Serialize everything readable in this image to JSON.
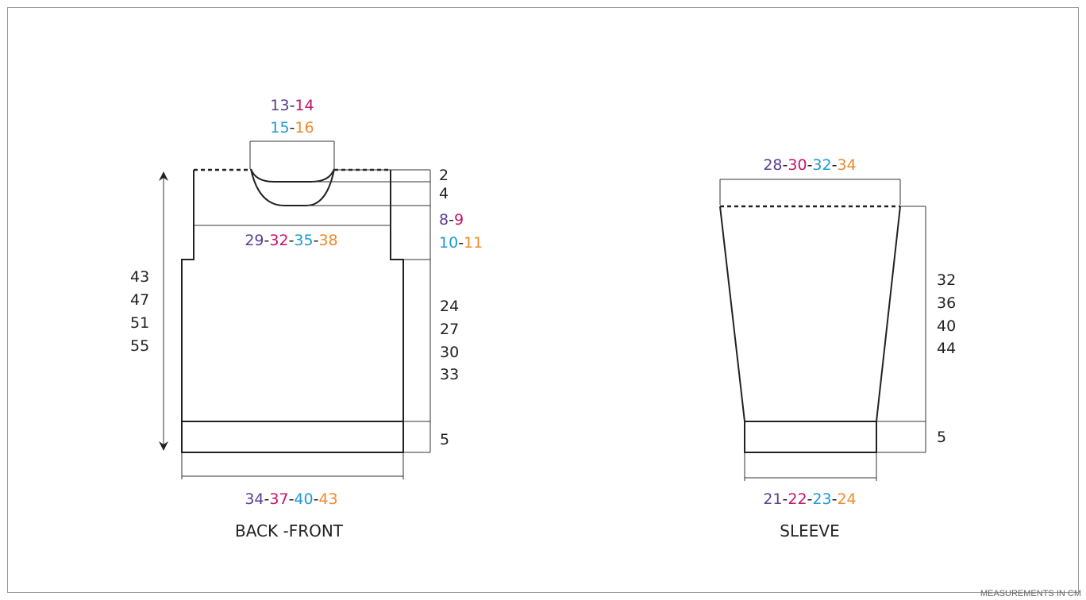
{
  "colors": {
    "purple": "#5b3e91",
    "magenta": "#c8126b",
    "blue": "#1d9ad6",
    "orange": "#ef8a2a",
    "black": "#222222"
  },
  "back_front": {
    "caption": "BACK -FRONT",
    "neck_width": {
      "line1": [
        "13",
        "14"
      ],
      "line2": [
        "15",
        "16"
      ]
    },
    "neck_depth_back": "2",
    "neck_depth_front": "4",
    "armhole_depth": {
      "line1": [
        "8",
        "9"
      ],
      "line2": [
        "10",
        "11"
      ]
    },
    "shoulder_width": [
      "29",
      "32",
      "35",
      "38"
    ],
    "side_length": [
      "24",
      "27",
      "30",
      "33"
    ],
    "rib_height": "5",
    "total_length": [
      "43",
      "47",
      "51",
      "55"
    ],
    "bottom_width": [
      "34",
      "37",
      "40",
      "43"
    ]
  },
  "sleeve": {
    "caption": "SLEEVE",
    "top_width": [
      "28",
      "30",
      "32",
      "34"
    ],
    "length": [
      "32",
      "36",
      "40",
      "44"
    ],
    "rib_height": "5",
    "cuff_width": [
      "21",
      "22",
      "23",
      "24"
    ]
  },
  "footer_note": "MEASUREMENTS IN CM"
}
